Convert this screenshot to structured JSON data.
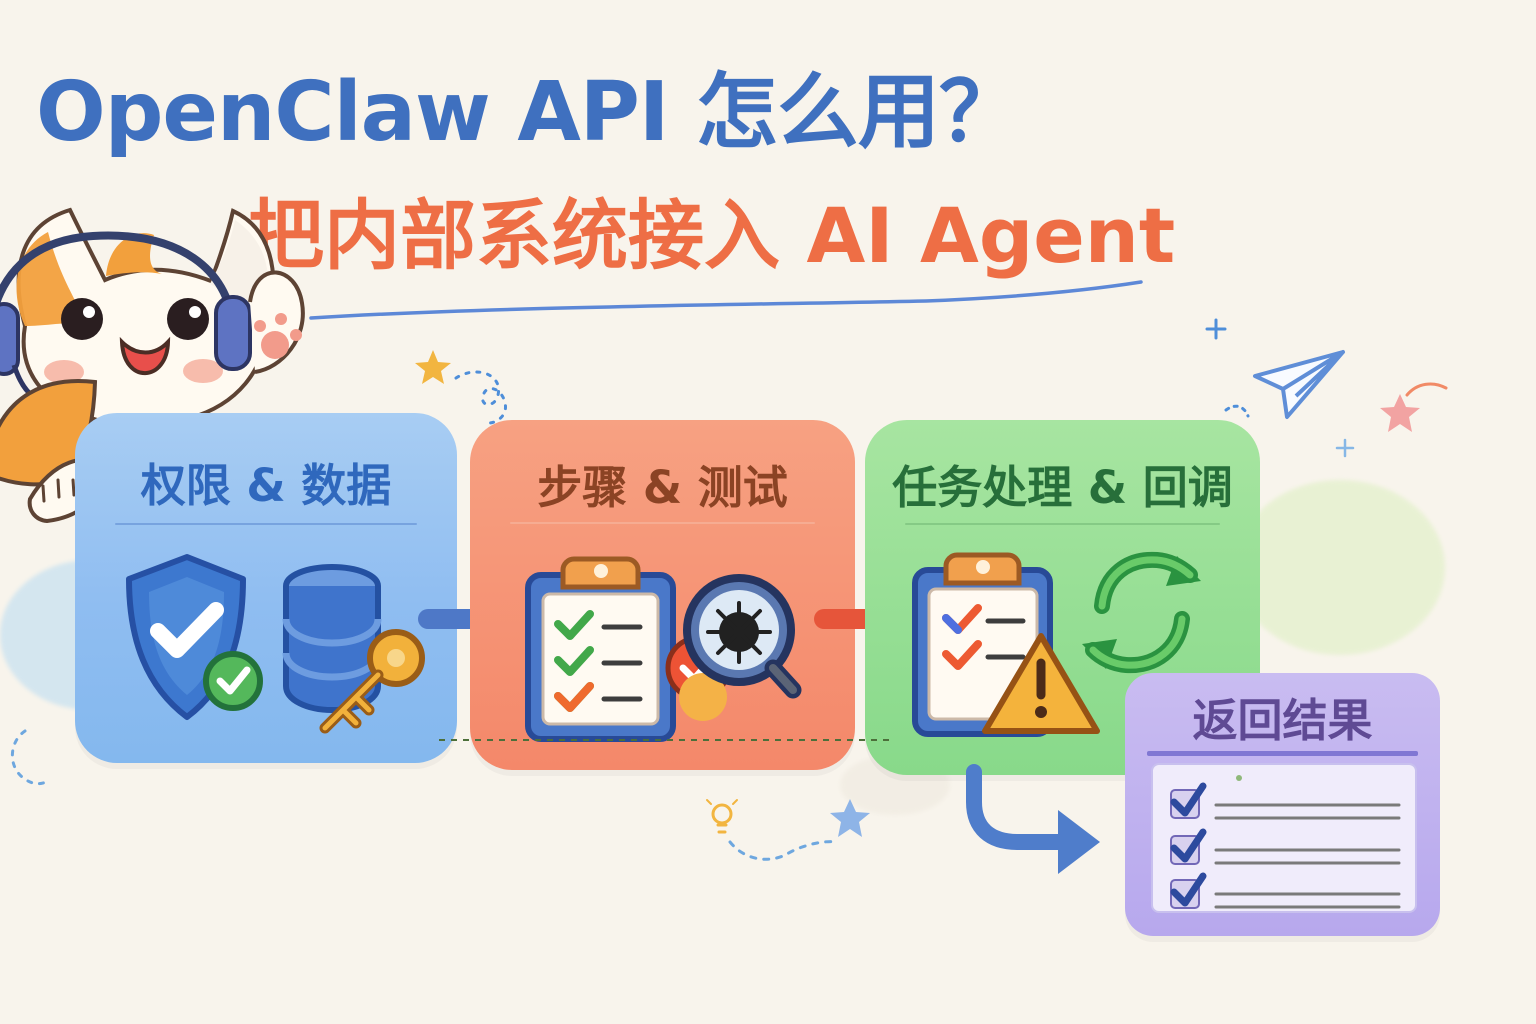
{
  "title": "OpenClaw API 怎么用？",
  "subtitle": "把内部系统接入 AI Agent",
  "steps": [
    {
      "title": "权限 & 数据",
      "icon_left": "shield-check-icon",
      "icon_right": "database-key-icon"
    },
    {
      "title": "步骤 & 测试",
      "icon_left": "checklist-clipboard-icon",
      "icon_right": "bug-search-icon"
    },
    {
      "title": "任务处理 & 回调",
      "icon_left": "warning-clipboard-icon",
      "icon_right": "sync-icon"
    },
    {
      "title": "返回结果",
      "icon_left": "result-checklist-icon"
    }
  ],
  "colors": {
    "title": "#3f70bf",
    "subtitle": "#ee6e45",
    "blue": "#2f68bd",
    "orange": "#ea5a30",
    "green": "#35a94c",
    "purple": "#6b58c4"
  }
}
